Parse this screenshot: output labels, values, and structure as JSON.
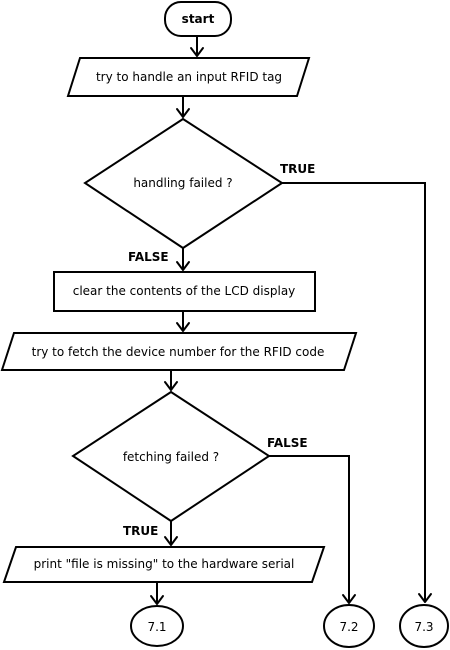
{
  "nodes": {
    "start": "start",
    "handle_tag": "try to handle an input RFID tag",
    "handling_failed": "handling failed ?",
    "clear_lcd": "clear the contents of the LCD display",
    "fetch_device": "try to fetch the device number for the RFID code",
    "fetching_failed": "fetching failed ?",
    "print_missing": "print \"file is missing\" to the hardware serial",
    "conn_7_1": "7.1",
    "conn_7_2": "7.2",
    "conn_7_3": "7.3"
  },
  "edges": {
    "handling_true": "TRUE",
    "handling_false": "FALSE",
    "fetching_false": "FALSE",
    "fetching_true": "TRUE"
  }
}
